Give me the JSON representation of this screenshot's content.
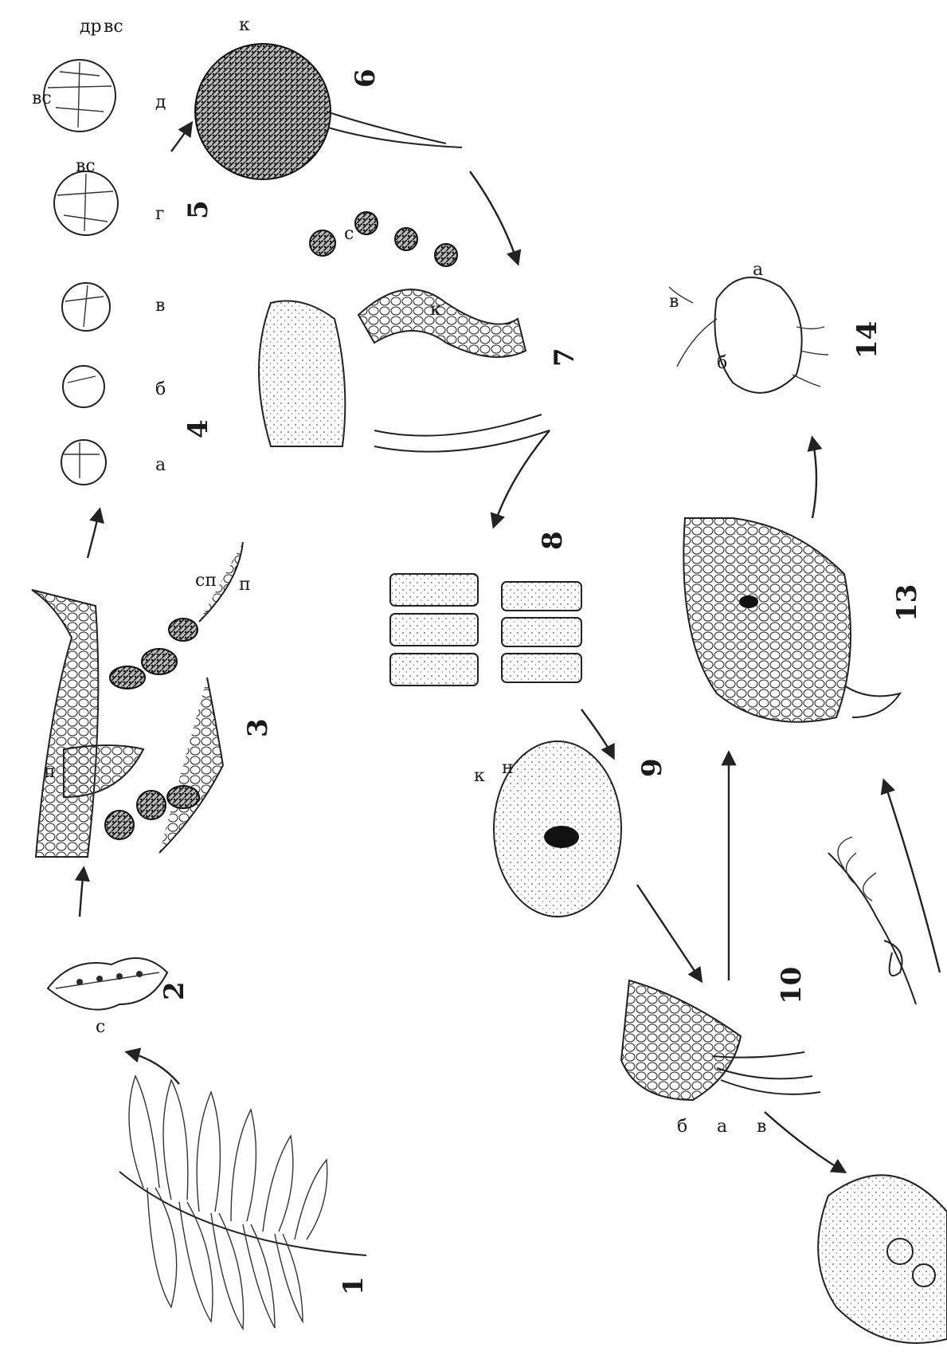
{
  "figure": {
    "numbers": [
      "1",
      "2",
      "3",
      "4",
      "5",
      "6",
      "7",
      "8",
      "9",
      "10",
      "13",
      "14"
    ],
    "letters": {
      "s2": "с",
      "p3a": "п",
      "p3b": "п",
      "sp3": "сп",
      "a4": "а",
      "b4": "б",
      "v4": "в",
      "g5": "г",
      "d5": "д",
      "vs1": "вс",
      "vs2": "вс",
      "vs3": "вс",
      "dr": "др",
      "k6": "к",
      "k7": "к",
      "s7": "с",
      "k9": "к",
      "n9": "н",
      "b10": "б",
      "a10": "а",
      "v10": "в",
      "v14": "в",
      "b14": "б",
      "a14": "а"
    }
  }
}
